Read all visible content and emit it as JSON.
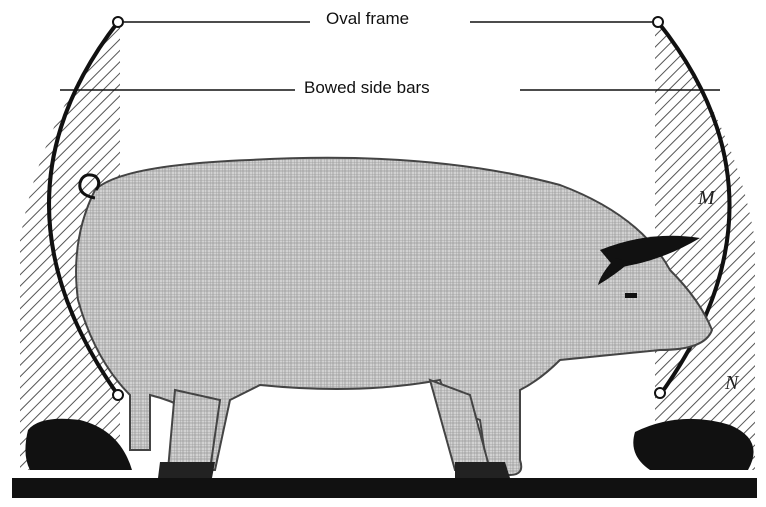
{
  "labels": {
    "top": "Oval frame",
    "middle": "Bowed side bars",
    "m": "M",
    "n": "N"
  },
  "colors": {
    "ink": "#111111",
    "hatch": "#555555",
    "pig_fill": "#c8c8c8",
    "background": "#ffffff"
  }
}
